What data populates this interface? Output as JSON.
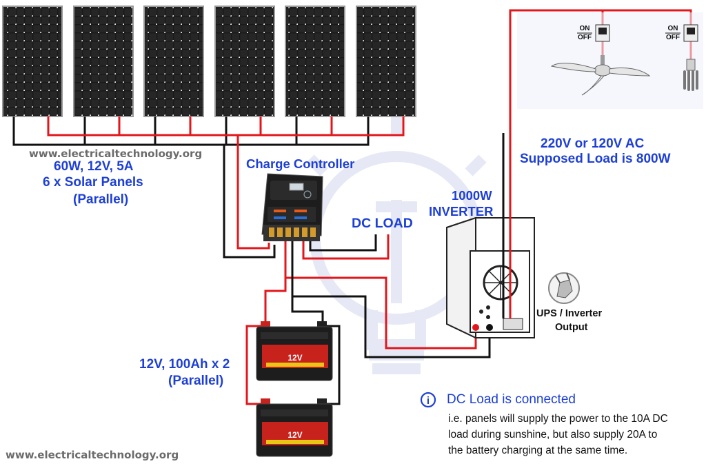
{
  "watermark_top": "www.electricaltechnology.org",
  "watermark_bottom": "www.electricaltechnology.org",
  "panels": {
    "line1": "60W, 12V, 5A",
    "line2": "6 x Solar Panels",
    "line3": "(Parallel)"
  },
  "charge_controller": {
    "label": "Charge Controller"
  },
  "dc_load": {
    "label": "DC LOAD"
  },
  "inverter": {
    "line1": "1000W",
    "line2": "INVERTER"
  },
  "ac_load": {
    "line1": "220V or 120V AC",
    "line2": "Supposed Load is 800W"
  },
  "switch": {
    "on": "ON",
    "off": "OFF"
  },
  "ups_output": {
    "line1": "UPS / Inverter",
    "line2": "Output"
  },
  "batteries": {
    "line1": "12V, 100Ah x 2",
    "line2": "(Parallel)",
    "voltage": "12V"
  },
  "info": {
    "icon_letter": "i",
    "title": "DC Load is connected",
    "line1": "i.e. panels will supply the power to the 10A DC",
    "line2": "load during sunshine, but also supply 20A to",
    "line3": "the battery charging at the same time."
  },
  "colors": {
    "label_blue": "#1d3fd6",
    "wire_red": "#e3161b",
    "wire_black": "#111111",
    "panel_cell": "#1b1b1b",
    "battery_red": "#c8221d"
  }
}
